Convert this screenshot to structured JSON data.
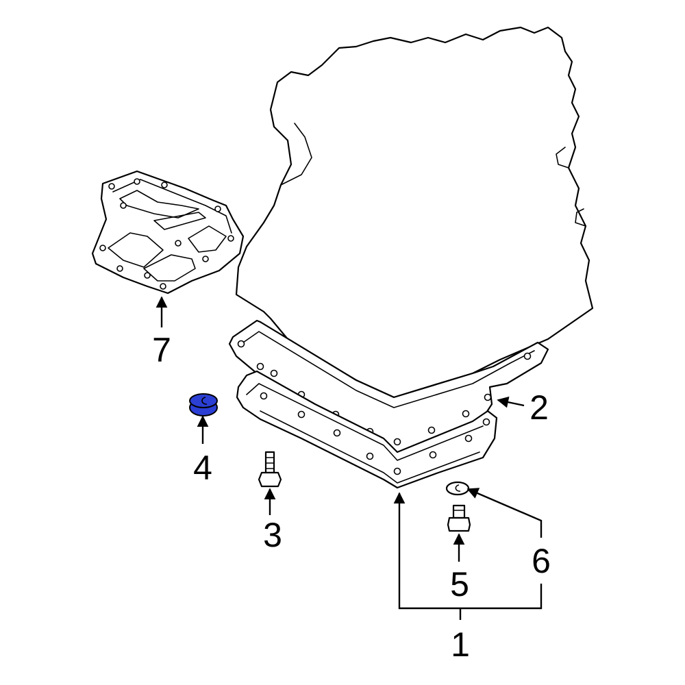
{
  "highlight_color": "#2b3fd4",
  "callouts": [
    {
      "id": "1",
      "label": "1"
    },
    {
      "id": "2",
      "label": "2"
    },
    {
      "id": "3",
      "label": "3"
    },
    {
      "id": "4",
      "label": "4"
    },
    {
      "id": "5",
      "label": "5"
    },
    {
      "id": "6",
      "label": "6"
    },
    {
      "id": "7",
      "label": "7"
    }
  ]
}
